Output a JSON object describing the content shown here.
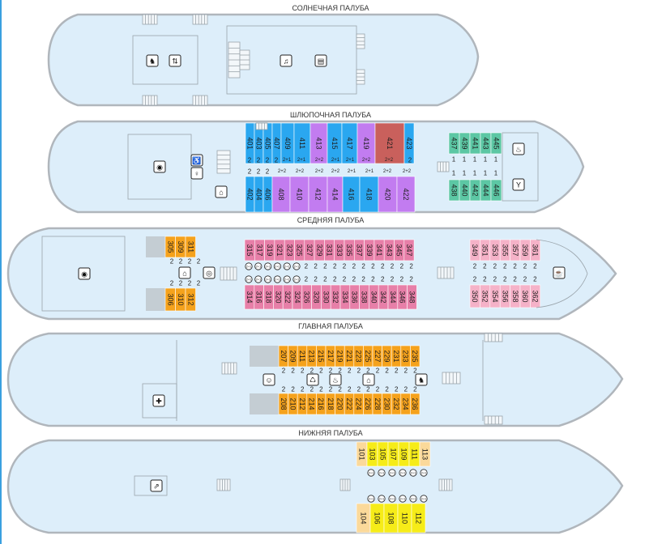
{
  "decks": [
    {
      "title": "СОЛНЕЧНАЯ ПАЛУБА"
    },
    {
      "title": "ШЛЮПОЧНАЯ ПАЛУБА"
    },
    {
      "title": "СРЕДНЯЯ ПАЛУБА"
    },
    {
      "title": "ГЛАВНАЯ ПАЛУБА"
    },
    {
      "title": "НИЖНЯЯ ПАЛУБА"
    }
  ],
  "colors": {
    "hull_fill": "#ddeefa",
    "hull_stroke": "#b0b6bc",
    "blue": "#2aa7f0",
    "violet": "#c27cf0",
    "red": "#c9605c",
    "teal": "#5cc7a4",
    "pink": "#e77fa8",
    "light_pink": "#f5b2c8",
    "orange": "#f5a21c",
    "yellow": "#f6ec18",
    "cream": "#fbd99a",
    "gray": "#c4cdd3"
  },
  "cabins": {
    "boat_top": [
      {
        "n": "401",
        "c": "blue"
      },
      {
        "n": "403",
        "c": "blue"
      },
      {
        "n": "405",
        "c": "blue"
      },
      {
        "n": "407",
        "c": "blue"
      },
      {
        "n": "409",
        "c": "blue"
      },
      {
        "n": "411",
        "c": "blue"
      },
      {
        "n": "413",
        "c": "violet"
      },
      {
        "n": "415",
        "c": "blue"
      },
      {
        "n": "417",
        "c": "blue"
      },
      {
        "n": "419",
        "c": "violet"
      },
      {
        "n": "421",
        "c": "red"
      },
      {
        "n": "423",
        "c": "blue"
      }
    ],
    "boat_bottom": [
      {
        "n": "402",
        "c": "blue"
      },
      {
        "n": "404",
        "c": "blue"
      },
      {
        "n": "406",
        "c": "blue"
      },
      {
        "n": "408",
        "c": "violet"
      },
      {
        "n": "410",
        "c": "violet"
      },
      {
        "n": "412",
        "c": "violet"
      },
      {
        "n": "414",
        "c": "violet"
      },
      {
        "n": "416",
        "c": "blue"
      },
      {
        "n": "418",
        "c": "blue"
      },
      {
        "n": "420",
        "c": "violet"
      },
      {
        "n": "422",
        "c": "violet"
      }
    ],
    "boat_top_beds": [
      "2",
      "2",
      "2",
      "2",
      "2+1",
      "2+1",
      "2+2",
      "2+1",
      "2+1",
      "2+2",
      "2+2",
      "2"
    ],
    "boat_bottom_beds": [
      "2",
      "2",
      "2",
      "2+2",
      "2+2",
      "2+2",
      "2+2",
      "2+1",
      "2+1",
      "2+2",
      "2+2"
    ],
    "boat_teal_top": [
      "437",
      "439",
      "441",
      "443",
      "445"
    ],
    "boat_teal_bottom": [
      "438",
      "440",
      "442",
      "444",
      "446"
    ],
    "mid_orange_top": [
      "305",
      "309",
      "311"
    ],
    "mid_orange_bottom": [
      "306",
      "310",
      "312"
    ],
    "mid_pink_top": [
      "315",
      "317",
      "319",
      "321",
      "323",
      "325",
      "327",
      "329",
      "331",
      "333",
      "335",
      "337",
      "339",
      "341",
      "343",
      "345",
      "347"
    ],
    "mid_pink_bottom": [
      "314",
      "316",
      "318",
      "320",
      "322",
      "324",
      "326",
      "328",
      "330",
      "332",
      "334",
      "336",
      "338",
      "340",
      "342",
      "344",
      "346",
      "348"
    ],
    "mid_lpink_top": [
      "349",
      "351",
      "353",
      "355",
      "357",
      "359",
      "361"
    ],
    "mid_lpink_bottom": [
      "350",
      "352",
      "354",
      "356",
      "358",
      "360",
      "362"
    ],
    "main_top": [
      "207",
      "209",
      "211",
      "213",
      "215",
      "217",
      "219",
      "221",
      "223",
      "225",
      "227",
      "229",
      "231",
      "233",
      "235"
    ],
    "main_bottom": [
      "208",
      "210",
      "212",
      "214",
      "216",
      "218",
      "220",
      "222",
      "224",
      "226",
      "228",
      "230",
      "232",
      "234",
      "236"
    ],
    "lower_top": [
      {
        "n": "101",
        "c": "cream"
      },
      {
        "n": "103",
        "c": "yellow"
      },
      {
        "n": "105",
        "c": "yellow"
      },
      {
        "n": "107",
        "c": "yellow"
      },
      {
        "n": "109",
        "c": "yellow"
      },
      {
        "n": "111",
        "c": "yellow"
      },
      {
        "n": "113",
        "c": "cream"
      }
    ],
    "lower_bottom": [
      {
        "n": "104",
        "c": "cream"
      },
      {
        "n": "106",
        "c": "yellow"
      },
      {
        "n": "108",
        "c": "yellow"
      },
      {
        "n": "110",
        "c": "yellow"
      },
      {
        "n": "112",
        "c": "yellow"
      }
    ]
  },
  "labels": {
    "bed_two": "2",
    "bed_one": "1",
    "sofa_mark": "2+1"
  },
  "icons": [
    "restroom-icon",
    "elevator-icon",
    "music-icon",
    "atm-icon",
    "restaurant-icon",
    "wc-icon",
    "bar-icon",
    "toilet-icon",
    "shower-icon",
    "cafe-icon",
    "medical-icon",
    "laundry-icon",
    "staircase-icon",
    "lounge-icon",
    "washing-machine-icon"
  ]
}
